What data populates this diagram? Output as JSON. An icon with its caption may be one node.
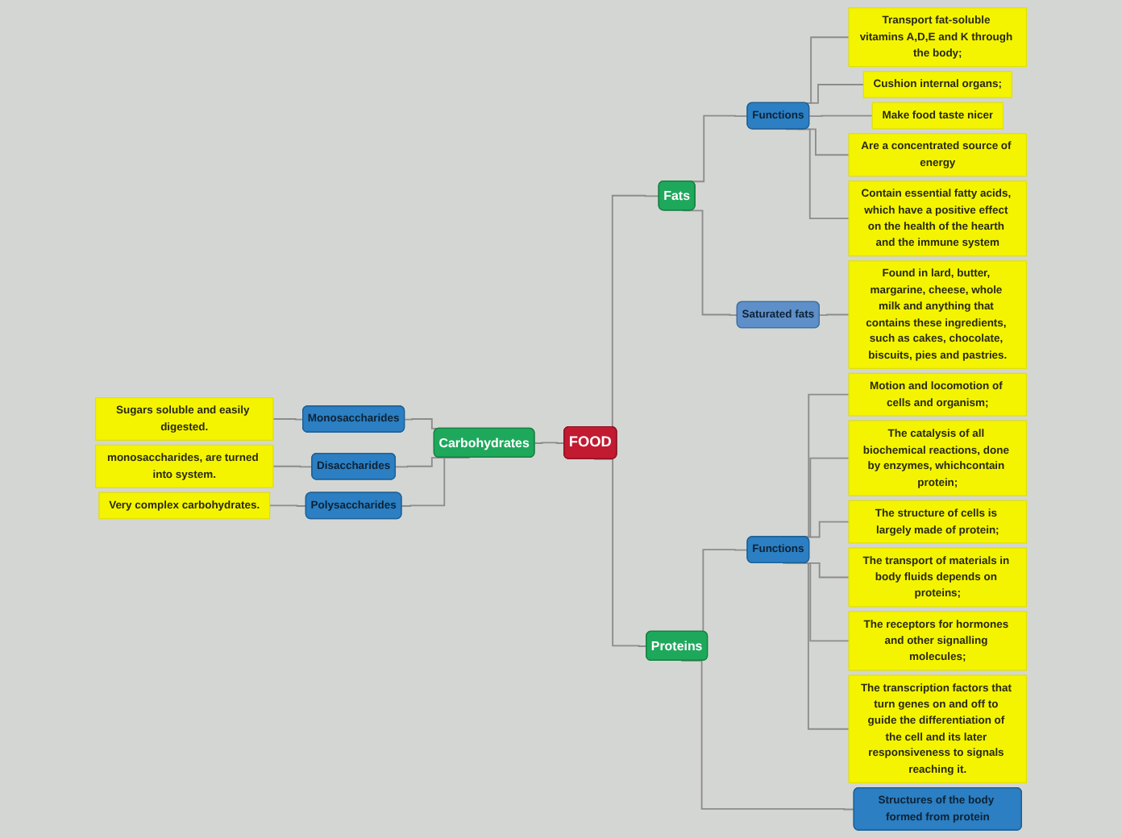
{
  "diagram": {
    "nodes": [
      {
        "text": [
          "FOOD"
        ]
      },
      {
        "text": [
          "Fats"
        ]
      },
      {
        "text": [
          "Functions"
        ]
      },
      {
        "text": [
          "Transport fat-soluble vitamins A,D,E and K through the body;"
        ]
      },
      {
        "text": [
          "Cushion internal organs;"
        ]
      },
      {
        "text": [
          "Make food taste nicer"
        ]
      },
      {
        "text": [
          "Are a concentrated source of energy"
        ]
      },
      {
        "text": [
          "Contain essential fatty acids, which have a positive effect on the health of the hearth and the immune system"
        ]
      },
      {
        "text": [
          "Saturated fats"
        ]
      },
      {
        "text": [
          "Found in lard, butter, margarine, cheese, whole milk and anything that contains these ingredients, such as cakes, chocolate, biscuits, pies and pastries."
        ]
      },
      {
        "text": [
          "Carbohydrates"
        ]
      },
      {
        "text": [
          "Monosaccharides"
        ]
      },
      {
        "text": [
          "Sugars soluble and easily digested."
        ]
      },
      {
        "text": [
          "Disaccharides"
        ]
      },
      {
        "text": [
          "monosaccharides, are turned into system."
        ]
      },
      {
        "text": [
          "Polysaccharides"
        ]
      },
      {
        "text": [
          "Very complex carbohydrates."
        ]
      },
      {
        "text": [
          "Proteins"
        ]
      },
      {
        "text": [
          "Functions"
        ]
      },
      {
        "text": [
          "Motion and locomotion of cells and organism;"
        ]
      },
      {
        "text": [
          "The catalysis of all biochemical reactions, done by enzymes, whichcontain protein;"
        ]
      },
      {
        "text": [
          "The structure of cells is largely made of protein;"
        ]
      },
      {
        "text": [
          "The transport of materials in body fluids depends on proteins;"
        ]
      },
      {
        "text": [
          "The receptors for hormones and other signalling molecules;"
        ]
      },
      {
        "text": [
          "The transcription factors that turn genes on and off to guide the differentiation of the cell and its later responsiveness to signals reaching it."
        ]
      },
      {
        "text": [
          "Structures of the body formed from protein"
        ]
      }
    ],
    "edges": [
      {
        "from": 0,
        "to": 1,
        "arrow": "none"
      },
      {
        "from": 1,
        "to": 2,
        "arrow": "none"
      },
      {
        "from": 2,
        "to": 3,
        "arrow": "none"
      },
      {
        "from": 2,
        "to": 4,
        "arrow": "none"
      },
      {
        "from": 2,
        "to": 5,
        "arrow": "none"
      },
      {
        "from": 2,
        "to": 6,
        "arrow": "none"
      },
      {
        "from": 2,
        "to": 7,
        "arrow": "none"
      },
      {
        "from": 1,
        "to": 8,
        "arrow": "none"
      },
      {
        "from": 8,
        "to": 9,
        "arrow": "none"
      },
      {
        "from": 10,
        "to": 0,
        "arrow": "none"
      },
      {
        "from": 11,
        "to": 10,
        "arrow": "none"
      },
      {
        "from": 12,
        "to": 11,
        "arrow": "none"
      },
      {
        "from": 13,
        "to": 10,
        "arrow": "none"
      },
      {
        "from": 14,
        "to": 13,
        "arrow": "none"
      },
      {
        "from": 15,
        "to": 10,
        "arrow": "none"
      },
      {
        "from": 16,
        "to": 15,
        "arrow": "none"
      },
      {
        "from": 0,
        "to": 17,
        "arrow": "none"
      },
      {
        "from": 17,
        "to": 18,
        "arrow": "none"
      },
      {
        "from": 18,
        "to": 19,
        "arrow": "none"
      },
      {
        "from": 18,
        "to": 20,
        "arrow": "none"
      },
      {
        "from": 18,
        "to": 21,
        "arrow": "none"
      },
      {
        "from": 18,
        "to": 22,
        "arrow": "none"
      },
      {
        "from": 18,
        "to": 23,
        "arrow": "none"
      },
      {
        "from": 18,
        "to": 24,
        "arrow": "none"
      },
      {
        "from": 17,
        "to": 25,
        "arrow": "none"
      }
    ]
  }
}
